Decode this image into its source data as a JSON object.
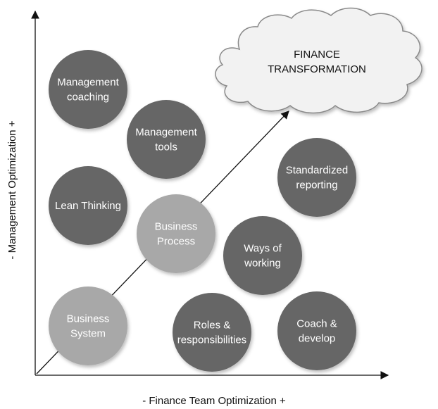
{
  "colors": {
    "dark_circle": "#666666",
    "light_circle": "#a8a8a8",
    "circle_text": "#ffffff",
    "axis": "#111111",
    "cloud_fill": "#f2f2f2",
    "cloud_stroke": "#8a8a8a"
  },
  "cloud": {
    "line1": "FINANCE",
    "line2": "TRANSFORMATION"
  },
  "axes": {
    "x_label": "- Finance Team Optimization +",
    "y_label": "- Management Optimization +"
  },
  "circles": [
    {
      "id": "management-coaching",
      "lines": [
        "Management",
        "coaching"
      ],
      "tone": "dark"
    },
    {
      "id": "management-tools",
      "lines": [
        "Management",
        "tools"
      ],
      "tone": "dark"
    },
    {
      "id": "lean-thinking",
      "lines": [
        "Lean Thinking"
      ],
      "tone": "dark"
    },
    {
      "id": "business-process",
      "lines": [
        "Business",
        "Process"
      ],
      "tone": "light"
    },
    {
      "id": "standardized-reporting",
      "lines": [
        "Standardized",
        "reporting"
      ],
      "tone": "dark"
    },
    {
      "id": "ways-of-working",
      "lines": [
        "Ways of",
        "working"
      ],
      "tone": "dark"
    },
    {
      "id": "business-system",
      "lines": [
        "Business",
        "System"
      ],
      "tone": "light"
    },
    {
      "id": "roles-responsibilities",
      "lines": [
        "Roles &",
        "responsibilities"
      ],
      "tone": "dark"
    },
    {
      "id": "coach-develop",
      "lines": [
        "Coach &",
        "develop"
      ],
      "tone": "dark"
    }
  ]
}
